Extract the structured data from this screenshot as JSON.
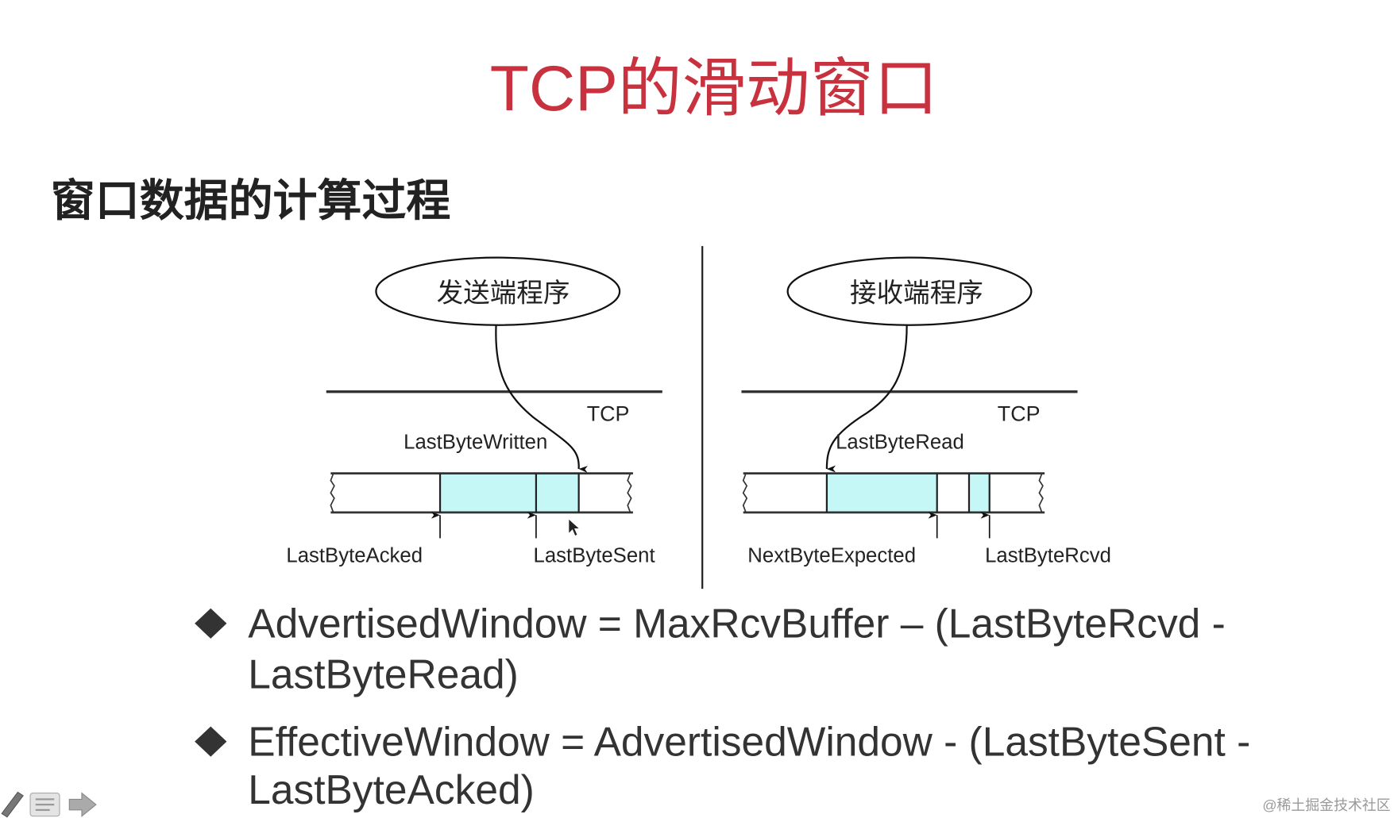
{
  "slide": {
    "title": "TCP的滑动窗口",
    "subtitle": "窗口数据的计算过程",
    "title_color": "#c8323f"
  },
  "diagram": {
    "sender": {
      "app_label": "发送端程序",
      "layer_label": "TCP",
      "pointer_top": "LastByteWritten",
      "pointer_left": "LastByteAcked",
      "pointer_right": "LastByteSent"
    },
    "receiver": {
      "app_label": "接收端程序",
      "layer_label": "TCP",
      "pointer_top": "LastByteRead",
      "pointer_left": "NextByteExpected",
      "pointer_right": "LastByteRcvd"
    },
    "buffer_fill_color": "#c5f7f7"
  },
  "bullets": [
    {
      "line1": "AdvertisedWindow = MaxRcvBuffer – (LastByteRcvd -",
      "line2": "LastByteRead)"
    },
    {
      "line1": "EffectiveWindow = AdvertisedWindow - (LastByteSent -",
      "line2": "LastByteAcked)"
    }
  ],
  "watermark": "@稀土掘金技术社区",
  "toolbar": {
    "icons": [
      "pen-icon",
      "menu-icon",
      "next-arrow-icon"
    ]
  }
}
